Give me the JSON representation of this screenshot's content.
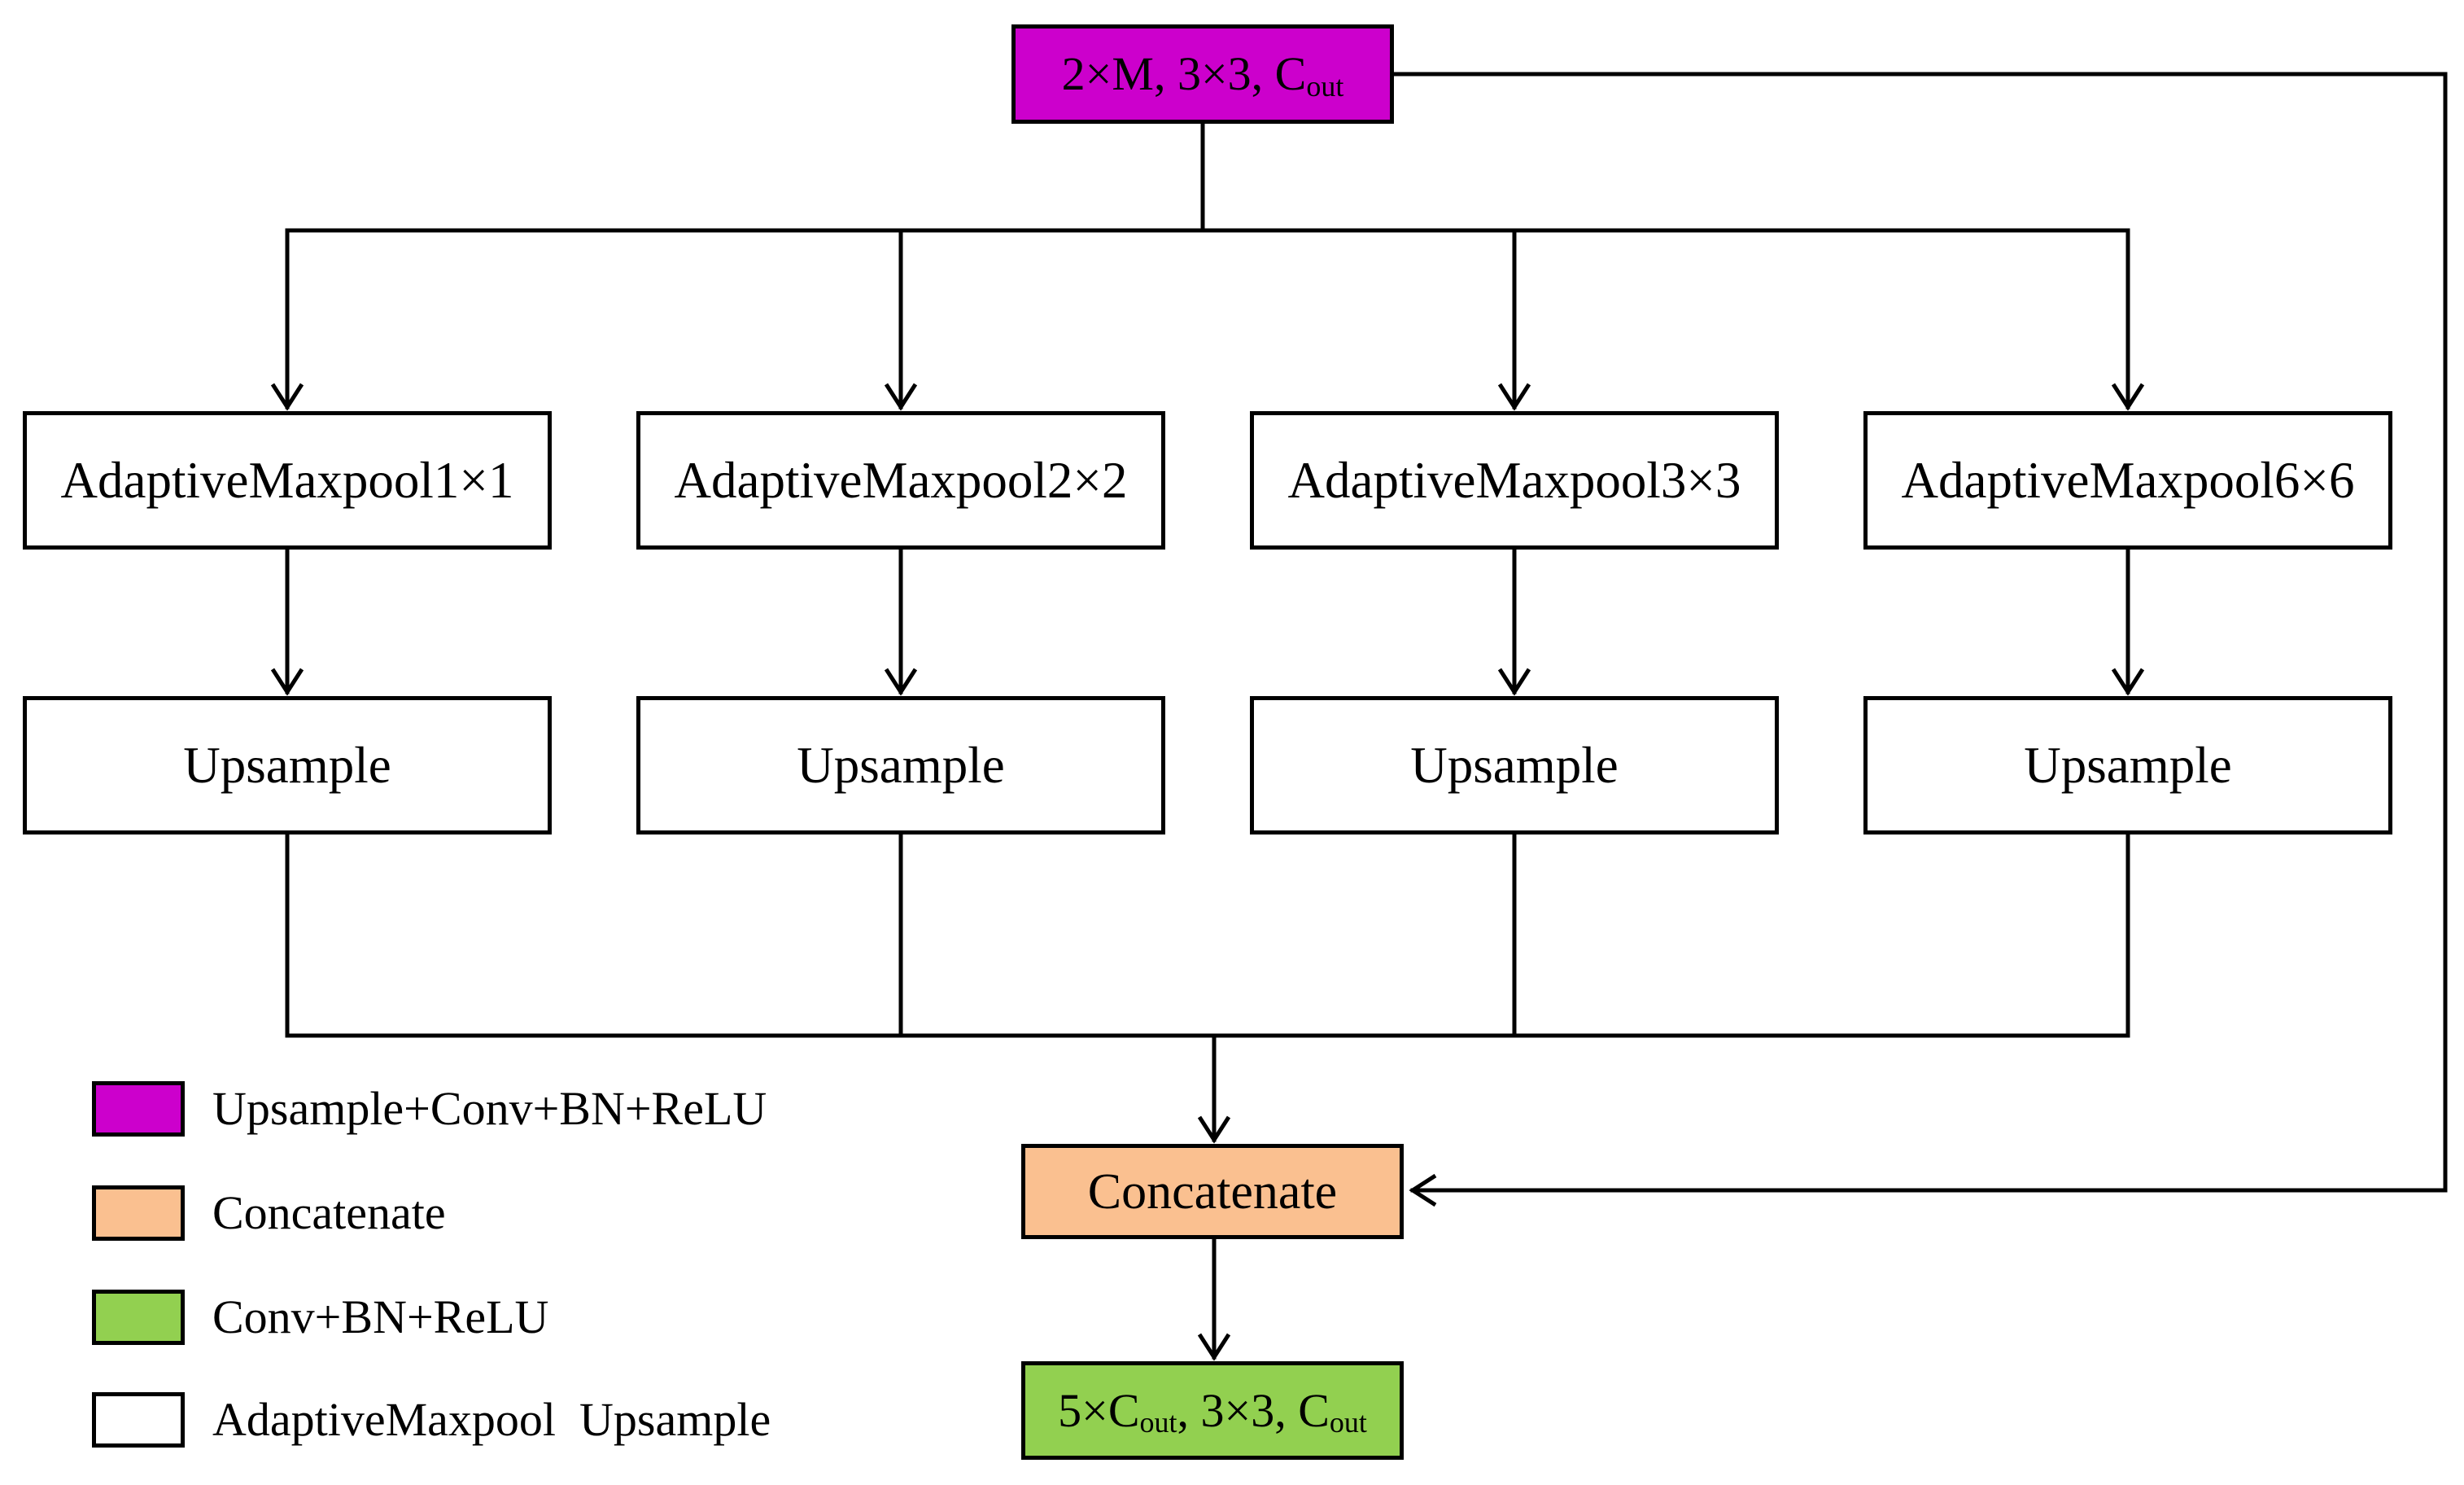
{
  "diagram": {
    "background": "#FFFFFF",
    "line_color": "#000000",
    "input_box": {
      "text_main": "2×M, 3×3, C",
      "text_sub": "out",
      "fill": "#CC00CC"
    },
    "pool_boxes": [
      {
        "label": "AdaptiveMaxpool1×1"
      },
      {
        "label": "AdaptiveMaxpool2×2"
      },
      {
        "label": "AdaptiveMaxpool3×3"
      },
      {
        "label": "AdaptiveMaxpool6×6"
      }
    ],
    "upsample_boxes": [
      {
        "label": "Upsample"
      },
      {
        "label": "Upsample"
      },
      {
        "label": "Upsample"
      },
      {
        "label": "Upsample"
      }
    ],
    "concat_box": {
      "label": "Concatenate",
      "fill": "#FAC090"
    },
    "output_box": {
      "text_main1": "5×C",
      "text_sub1": "out",
      "text_main2": ", 3×3, C",
      "text_sub2": "out",
      "fill": "#92D050"
    },
    "legend": {
      "items": [
        {
          "label": "Upsample+Conv+BN+ReLU",
          "fill": "#CC00CC"
        },
        {
          "label": "Concatenate",
          "fill": "#FAC090"
        },
        {
          "label": "Conv+BN+ReLU",
          "fill": "#92D050"
        },
        {
          "label": "AdaptiveMaxpool  Upsample",
          "fill": "#FFFFFF"
        }
      ]
    }
  }
}
